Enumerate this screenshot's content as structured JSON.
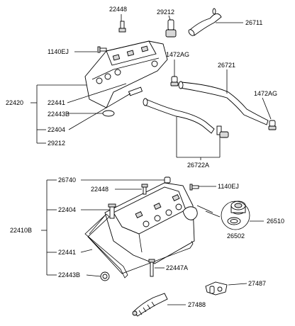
{
  "labels": {
    "l22448a": "22448",
    "l29212a": "29212",
    "l26711": "26711",
    "l1140EJa": "1140EJ",
    "l1472AGa": "1472AG",
    "l26721": "26721",
    "l1472AGb": "1472AG",
    "l22420": "22420",
    "l22441a": "22441",
    "l22443Ba": "22443B",
    "l22404a": "22404",
    "l29212b": "29212",
    "l26722A": "26722A",
    "l26740": "26740",
    "l22448b": "22448",
    "l1140EJb": "1140EJ",
    "l22404b": "22404",
    "l22410B": "22410B",
    "l26510": "26510",
    "l26502": "26502",
    "l22441b": "22441",
    "l22447A": "22447A",
    "l22443Bb": "22443B",
    "l27487": "27487",
    "l27488": "27488"
  }
}
